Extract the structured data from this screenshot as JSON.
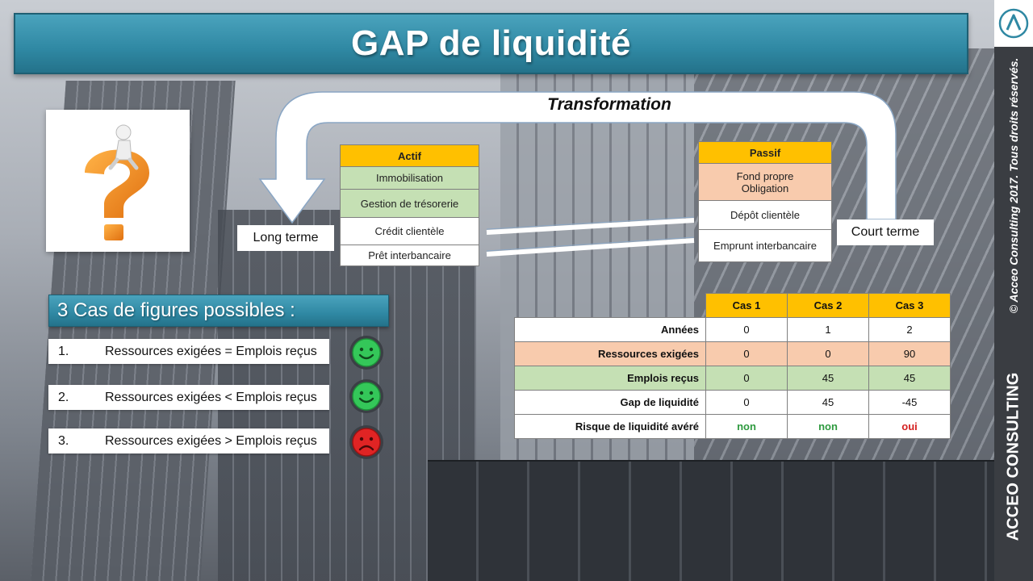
{
  "title": "GAP de liquidité",
  "transformation_label": "Transformation",
  "long_term_label": "Long terme",
  "short_term_label": "Court terme",
  "actif": {
    "header": "Actif",
    "items": [
      "Immobilisation",
      "Gestion de trésorerie",
      "Crédit clientèle",
      "Prêt interbancaire"
    ]
  },
  "passif": {
    "header": "Passif",
    "items": [
      "Fond propre",
      "Obligation",
      "Dépôt clientèle",
      "Emprunt interbancaire"
    ]
  },
  "cases_heading": "3 Cas de figures possibles :",
  "cases": [
    {
      "num": "1.",
      "text": "Ressources exigées = Emplois reçus",
      "mood": "happy"
    },
    {
      "num": "2.",
      "text": "Ressources exigées < Emplois reçus",
      "mood": "happy"
    },
    {
      "num": "3.",
      "text": "Ressources exigées > Emplois reçus",
      "mood": "sad"
    }
  ],
  "table": {
    "headers": [
      "Cas 1",
      "Cas 2",
      "Cas 3"
    ],
    "rows": [
      {
        "label": "Années",
        "values": [
          "0",
          "1",
          "2"
        ]
      },
      {
        "label": "Ressources exigées",
        "values": [
          "0",
          "0",
          "90"
        ]
      },
      {
        "label": "Emplois reçus",
        "values": [
          "0",
          "45",
          "45"
        ]
      },
      {
        "label": "Gap de liquidité",
        "values": [
          "0",
          "45",
          "-45"
        ]
      },
      {
        "label": "Risque de liquidité avéré",
        "values": [
          "non",
          "non",
          "oui"
        ]
      }
    ]
  },
  "sidebar": {
    "copyright": "© Acceo Consulting 2017. Tous droits réservés.",
    "brand": "ACCEO CONSULTING"
  },
  "icons": {
    "logo": "acceo-logo-icon",
    "question": "question-mark-figure-icon",
    "happy": "green-smiley-icon",
    "sad": "red-frowny-icon"
  },
  "colors": {
    "banner": "#2f88a3",
    "header": "#ffc000",
    "green_row": "#c5e0b4",
    "orange_row": "#f8cbad",
    "smiley_green": "#34c759",
    "smiley_red": "#e02424"
  }
}
